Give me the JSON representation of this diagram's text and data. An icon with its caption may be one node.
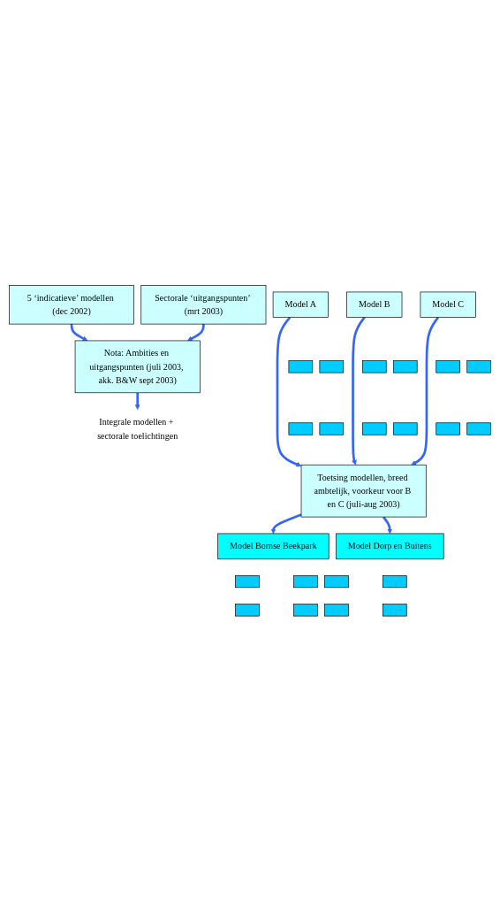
{
  "diagram": {
    "nodes": [
      {
        "text": [
          "5 ‘indicatieve’ modellen (dec 2002)"
        ]
      },
      {
        "text": [
          "Sectorale ‘uitgangspunten’ (mrt 2003)"
        ]
      },
      {
        "text": [
          "Nota: Ambities en uitgangspunten (juli 2003, akk. B&W sept 2003)"
        ]
      },
      {
        "text": [
          "Integrale modellen + sectorale toelichtingen"
        ]
      },
      {
        "text": [
          "Model A"
        ]
      },
      {
        "text": [],
        "shape": "box"
      },
      {
        "text": [],
        "shape": "box"
      },
      {
        "text": [],
        "shape": "box"
      },
      {
        "text": [],
        "shape": "box"
      },
      {
        "text": [
          "Model B"
        ]
      },
      {
        "text": [],
        "shape": "box"
      },
      {
        "text": [],
        "shape": "box"
      },
      {
        "text": [],
        "shape": "box"
      },
      {
        "text": [],
        "shape": "box"
      },
      {
        "text": [
          "Model C"
        ]
      },
      {
        "text": [],
        "shape": "box"
      },
      {
        "text": [],
        "shape": "box"
      },
      {
        "text": [],
        "shape": "box"
      },
      {
        "text": [],
        "shape": "box"
      },
      {
        "text": [
          "Toetsing modellen, breed ambtelijk, voorkeur voor B en C (juli-aug 2003)"
        ]
      },
      {
        "text": [
          "Model Bornse Beekpark"
        ]
      },
      {
        "text": [],
        "shape": "box"
      },
      {
        "text": [],
        "shape": "box"
      },
      {
        "text": [],
        "shape": "box"
      },
      {
        "text": [],
        "shape": "box"
      },
      {
        "text": [
          "Model Dorp en Buitens"
        ]
      },
      {
        "text": [],
        "shape": "box"
      },
      {
        "text": [],
        "shape": "box"
      },
      {
        "text": [],
        "shape": "box"
      },
      {
        "text": [],
        "shape": "box"
      }
    ],
    "edges": [
      {
        "from": 0,
        "to": 2,
        "arrow": "to"
      },
      {
        "from": 1,
        "to": 2,
        "arrow": "to"
      },
      {
        "from": 2,
        "to": 3,
        "arrow": "to"
      },
      {
        "from": 4,
        "to": 19,
        "arrow": "to"
      },
      {
        "from": 9,
        "to": 19,
        "arrow": "to"
      },
      {
        "from": 14,
        "to": 19,
        "arrow": "to"
      },
      {
        "from": 19,
        "to": 20,
        "arrow": "to"
      },
      {
        "from": 19,
        "to": 25,
        "arrow": "to"
      }
    ]
  }
}
